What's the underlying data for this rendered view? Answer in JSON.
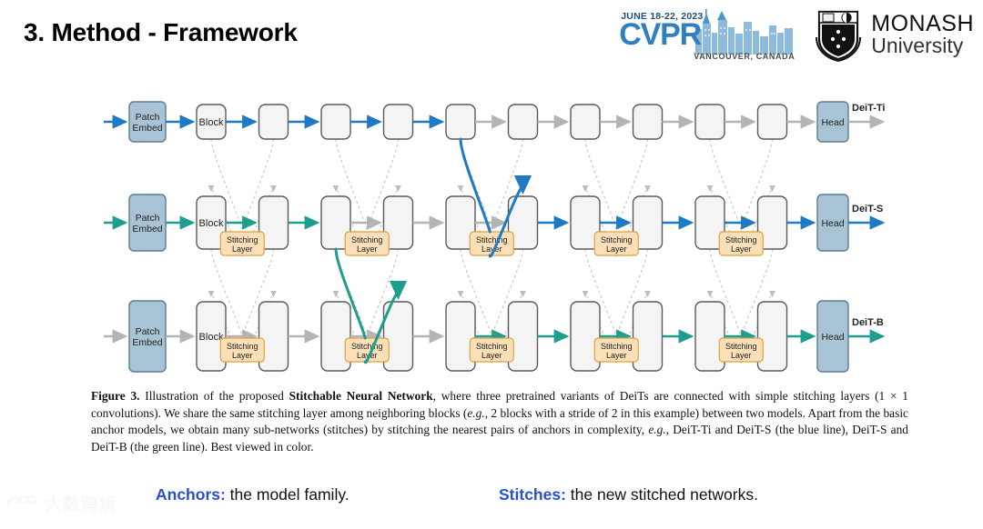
{
  "header": {
    "title": "3. Method - Framework",
    "cvpr_logo": {
      "date": "JUNE 18-22, 2023",
      "name": "CVPR",
      "location": "VANCOUVER, CANADA"
    },
    "monash_logo": {
      "line1": "MONASH",
      "line2": "University"
    }
  },
  "diagram": {
    "patch_embed_label": "Patch\nEmbed",
    "patch_embed_line1": "Patch",
    "patch_embed_line2": "Embed",
    "block_label": "Block",
    "head_label": "Head",
    "stitching_label_line1": "Stitching",
    "stitching_label_line2": "Layer",
    "colors": {
      "blue_arrow": "#1f7ac4",
      "green_arrow": "#1f9e8f",
      "gray_arrow": "#b4b4b4",
      "patch_embed_fill": "#a9c3d6",
      "patch_embed_stroke": "#5c7c93",
      "head_fill": "#a9c3d6",
      "block_fill": "#f4f4f4",
      "block_stroke": "#5a5a5a",
      "stitch_fill": "#fadfb8",
      "stitch_stroke": "#d9a441",
      "dashed": "#c9c9c9"
    },
    "rows": [
      {
        "name": "DeiT-Ti",
        "output_label": "DeiT-Ti",
        "block_count": 10,
        "flow_color": "blue",
        "blocks_labeled": 1
      },
      {
        "name": "DeiT-S",
        "output_label": "DeiT-S",
        "block_count": 10,
        "flow_color": "green",
        "blocks_labeled": 1
      },
      {
        "name": "DeiT-B",
        "output_label": "DeiT-B",
        "block_count": 10,
        "flow_color": "gray",
        "blocks_labeled": 1
      }
    ],
    "stitching_layers_per_gap": 5,
    "gaps": 2
  },
  "caption": {
    "figure_number": "Figure 3.",
    "part1": " Illustration of the proposed ",
    "bold1": "Stitchable Neural Network",
    "part2": ", where three pretrained variants of DeiTs are connected with simple stitching layers (1 × 1 convolutions). We share the same stitching layer among neighboring blocks (",
    "italic1": "e.g.",
    "part3": ", 2 blocks with a stride of 2 in this example) between two models. Apart from the basic anchor models, we obtain many sub-networks (stitches) by stitching the nearest pairs of anchors in complexity, ",
    "italic2": "e.g.",
    "part4": ", DeiT-Ti and DeiT-S (the blue line), DeiT-S and DeiT-B (the green line). Best viewed in color."
  },
  "legend": {
    "anchors_key": "Anchors:",
    "anchors_value": " the model family.",
    "stitches_key": "Stitches:",
    "stitches_value": " the new stitched networks."
  },
  "watermark": {
    "text": "大数跨境"
  }
}
